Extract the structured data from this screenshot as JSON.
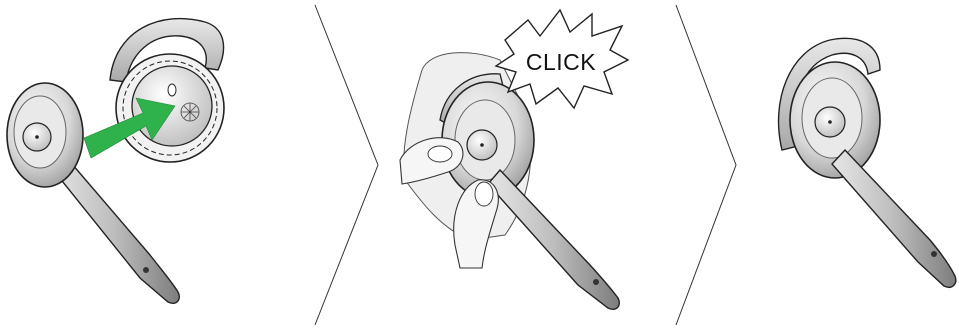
{
  "steps": [
    {
      "id": "step-1",
      "caption": ""
    },
    {
      "id": "step-2",
      "caption": ""
    },
    {
      "id": "step-3",
      "caption": ""
    }
  ],
  "callout": {
    "text": "CLICK"
  },
  "colors": {
    "arrow": "#2fb24c",
    "outline": "#222222",
    "metal": "#c9c9c9",
    "hand": "#ececec",
    "background": "#ffffff"
  }
}
